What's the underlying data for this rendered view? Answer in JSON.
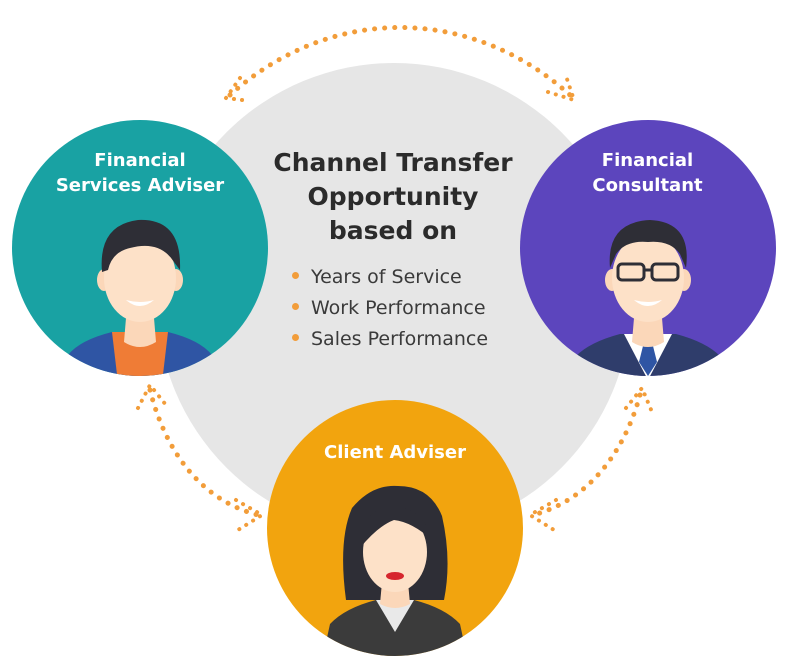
{
  "heading": {
    "lines": [
      "Channel Transfer",
      "Opportunity",
      "based on"
    ]
  },
  "criteria": [
    "Years of Service",
    "Work Performance",
    "Sales Performance"
  ],
  "roles": {
    "financial_services_adviser": {
      "lines": [
        "Financial",
        "Services Adviser"
      ],
      "color": "#19a2a3"
    },
    "financial_consultant": {
      "lines": [
        "Financial",
        "Consultant"
      ],
      "color": "#5c45bd"
    },
    "client_adviser": {
      "lines": [
        "Client Adviser"
      ],
      "color": "#f2a40e"
    }
  },
  "colors": {
    "center_circle": "#e6e6e6",
    "arrow": "#f29d3a",
    "bullet": "#f29d3a"
  },
  "icons": {
    "person_1": "male-avatar-icon",
    "person_2": "male-with-glasses-avatar-icon",
    "person_3": "female-avatar-icon",
    "connector": "bidirectional-dotted-arrow-icon"
  }
}
